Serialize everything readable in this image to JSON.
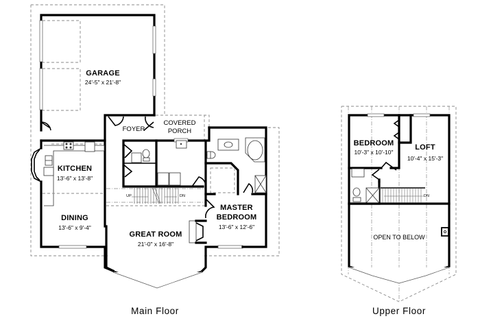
{
  "main_floor": {
    "caption": "Main Floor",
    "rooms": [
      {
        "name": "GARAGE",
        "dimensions": "24'-5\" x 21'-8\""
      },
      {
        "name": "FOYER"
      },
      {
        "name": "COVERED",
        "name2": "PORCH"
      },
      {
        "name": "KITCHEN",
        "dimensions": "13'-6\" x 13'-8\""
      },
      {
        "name": "DINING",
        "dimensions": "13'-6\" x 9'-4\""
      },
      {
        "name": "GREAT ROOM",
        "dimensions": "21'-0\" x 16'-8\""
      },
      {
        "name": "MASTER",
        "name2": "BEDROOM",
        "dimensions": "13'-6\" x 12'-6\""
      }
    ],
    "stair_labels": {
      "up": "UP",
      "down": "DN"
    }
  },
  "upper_floor": {
    "caption": "Upper Floor",
    "rooms": [
      {
        "name": "BEDROOM",
        "dimensions": "10'-3\" x 10'-10\""
      },
      {
        "name": "LOFT",
        "dimensions": "10'-4\" x 15'-3\""
      },
      {
        "name": "OPEN TO BELOW"
      }
    ],
    "stair_labels": {
      "down": "DN"
    }
  },
  "colors": {
    "wall": "#000000",
    "dashed_outline": "#8a8a8a",
    "background": "#ffffff"
  }
}
